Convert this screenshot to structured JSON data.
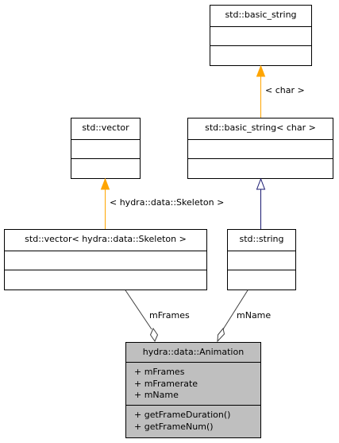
{
  "nodes": {
    "basic_string": {
      "title": "std::basic_string"
    },
    "basic_string_char": {
      "title": "std::basic_string< char >"
    },
    "vector": {
      "title": "std::vector"
    },
    "vector_skeleton": {
      "title": "std::vector< hydra::data::Skeleton >"
    },
    "string": {
      "title": "std::string"
    },
    "animation": {
      "title": "hydra::data::Animation",
      "attributes": [
        "+ mFrames",
        "+ mFramerate",
        "+ mName"
      ],
      "methods": [
        "+ getFrameDuration()",
        "+ getFrameNum()"
      ]
    }
  },
  "edges": {
    "char_label": "< char >",
    "skeleton_label": "< hydra::data::Skeleton >",
    "frames_label": "mFrames",
    "name_label": "mName"
  },
  "colors": {
    "template_edge": "#ffa500",
    "inheritance_edge": "#191970",
    "aggregation_edge": "#404040",
    "highlight_fill": "#bfbfbf"
  }
}
